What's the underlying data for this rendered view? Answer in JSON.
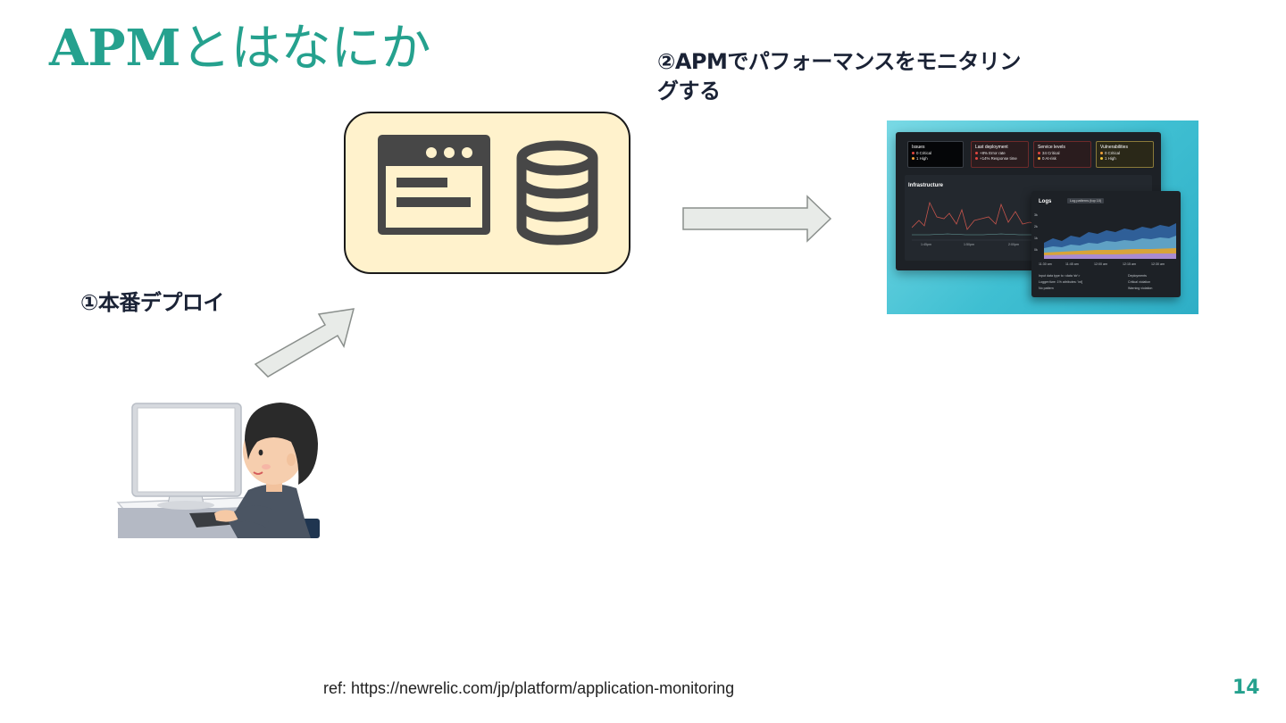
{
  "slide": {
    "title_latin": "APM",
    "title_jp": "とはなにか",
    "label_monitor": "②APMでパフォーマンスをモニタリングする",
    "label_deploy": "①本番デプロイ",
    "ref": "ref: https://newrelic.com/jp/platform/application-monitoring",
    "page_number": "14",
    "accent_color": "#25a18e",
    "server_box_color": "#fff2cc"
  },
  "icons": {
    "server": "browser-window-icon",
    "database": "database-icon",
    "arrows": "arrow-icon",
    "person": "developer-at-computer-illustration"
  },
  "dashboard": {
    "cards": [
      {
        "title": "Issues",
        "lines": [
          "0 Critical",
          "1 High"
        ]
      },
      {
        "title": "Last deployment",
        "lines": [
          "+8% Error rate",
          "+14% Response time"
        ]
      },
      {
        "title": "Service levels",
        "lines": [
          "34 Critical",
          "0 At-risk"
        ]
      },
      {
        "title": "Vulnerabilities",
        "lines": [
          "0 Critical",
          "1 High"
        ]
      }
    ],
    "infra_title": "Infrastructure",
    "infra_ticks": [
      "1:45pm",
      "1:50pm",
      "2:00pm"
    ],
    "logs_title": "Logs",
    "logs_dropdown": "Log patterns (top 10)",
    "logs_ticks": [
      "11:30 am",
      "11:45 am",
      "12:00 am",
      "12:15 am",
      "12:30 am"
    ],
    "logs_y_ticks": [
      "3k",
      "2k",
      "1k",
      "0k"
    ],
    "logs_legend_left": [
      "Input data type to <data 'str'>",
      "Logger:tiwe: 1% attributes: 'int]",
      "No pattern"
    ],
    "logs_legend_right": [
      "Deployments",
      "Critical violation",
      "Warning violation"
    ]
  }
}
